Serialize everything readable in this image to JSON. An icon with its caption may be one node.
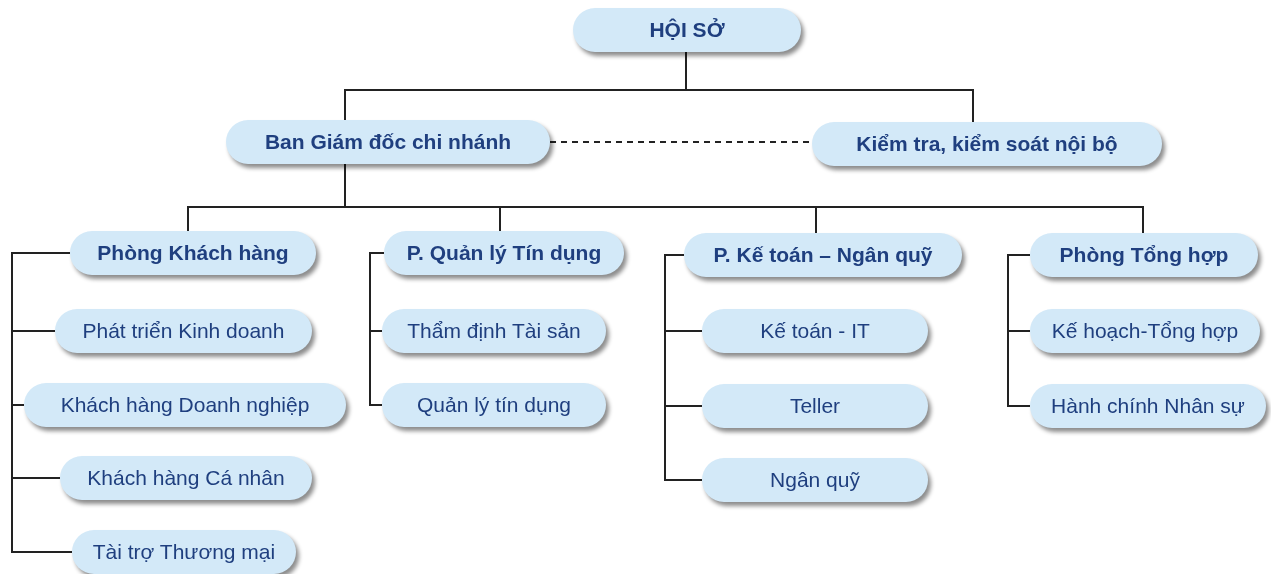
{
  "diagram": {
    "nodes": [
      {
        "text": [
          "HỘI SỞ"
        ]
      },
      {
        "text": [
          "Ban Giám đốc chi nhánh"
        ]
      },
      {
        "text": [
          "Kiểm tra, kiểm soát nội bộ"
        ]
      },
      {
        "text": [
          "Phòng Khách hàng"
        ]
      },
      {
        "text": [
          "P. Quản lý Tín dụng"
        ]
      },
      {
        "text": [
          "P. Kế toán – Ngân quỹ"
        ]
      },
      {
        "text": [
          "Phòng Tổng hợp"
        ]
      },
      {
        "text": [
          "Phát triển Kinh doanh"
        ]
      },
      {
        "text": [
          "Khách hàng Doanh nghiệp"
        ]
      },
      {
        "text": [
          "Khách hàng Cá nhân"
        ]
      },
      {
        "text": [
          "Tài trợ Thương mại"
        ]
      },
      {
        "text": [
          "Thẩm định Tài sản"
        ]
      },
      {
        "text": [
          "Quản lý tín dụng"
        ]
      },
      {
        "text": [
          "Kế toán - IT"
        ]
      },
      {
        "text": [
          "Teller"
        ]
      },
      {
        "text": [
          "Ngân quỹ"
        ]
      },
      {
        "text": [
          "Kế hoạch-Tổng hợp"
        ]
      },
      {
        "text": [
          "Hành chính Nhân sự"
        ]
      }
    ],
    "edges": [
      {
        "from": 0,
        "to": 1,
        "arrow": "none"
      },
      {
        "from": 0,
        "to": 2,
        "arrow": "none"
      },
      {
        "from": 1,
        "to": 2,
        "arrow": "none",
        "style": "dashed"
      },
      {
        "from": 1,
        "to": 3,
        "arrow": "none"
      },
      {
        "from": 1,
        "to": 4,
        "arrow": "none"
      },
      {
        "from": 1,
        "to": 5,
        "arrow": "none"
      },
      {
        "from": 1,
        "to": 6,
        "arrow": "none"
      },
      {
        "from": 3,
        "to": 7,
        "arrow": "none"
      },
      {
        "from": 3,
        "to": 8,
        "arrow": "none"
      },
      {
        "from": 3,
        "to": 9,
        "arrow": "none"
      },
      {
        "from": 3,
        "to": 10,
        "arrow": "none"
      },
      {
        "from": 4,
        "to": 11,
        "arrow": "none"
      },
      {
        "from": 4,
        "to": 12,
        "arrow": "none"
      },
      {
        "from": 5,
        "to": 13,
        "arrow": "none"
      },
      {
        "from": 5,
        "to": 14,
        "arrow": "none"
      },
      {
        "from": 5,
        "to": 15,
        "arrow": "none"
      },
      {
        "from": 6,
        "to": 16,
        "arrow": "none"
      },
      {
        "from": 6,
        "to": 17,
        "arrow": "none"
      }
    ]
  }
}
